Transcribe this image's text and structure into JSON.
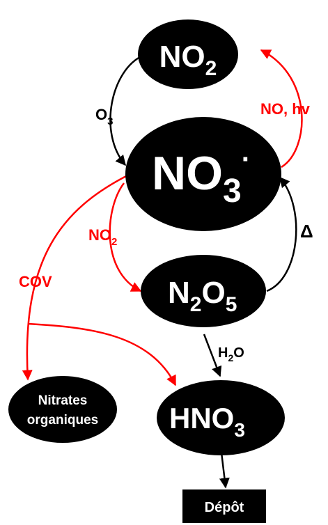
{
  "colors": {
    "node_fill": "#000000",
    "node_text": "#ffffff",
    "arrow_black": "#000000",
    "arrow_red": "#ff0000",
    "background": "#ffffff"
  },
  "nodes": {
    "no2": {
      "main": "NO",
      "sub": "2"
    },
    "no3": {
      "main": "NO",
      "sub": "3",
      "sup": "·"
    },
    "n2o5": {
      "a": "N",
      "a_sub": "2",
      "b": "O",
      "b_sub": "5"
    },
    "hno3": {
      "main": "HNO",
      "sub": "3"
    },
    "nitrates": {
      "line1": "Nitrates",
      "line2": "organiques"
    },
    "depot": {
      "label": "Dépôt"
    }
  },
  "labels": {
    "o3": {
      "main": "O",
      "sub": "3"
    },
    "no_hv": "NO, hv",
    "no2_red": {
      "main": "NO",
      "sub": "2"
    },
    "delta": "Δ",
    "cov": "COV",
    "h2o": {
      "a": "H",
      "sub": "2",
      "b": "O"
    }
  }
}
